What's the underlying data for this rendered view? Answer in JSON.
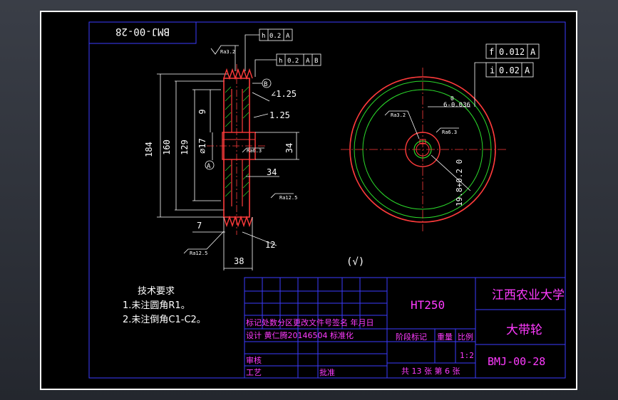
{
  "colors": {
    "background": "#000000",
    "border": "#ffffff",
    "frame": "#3b3bff",
    "dimension": "#ffffff",
    "part": "#ff3b3b",
    "hidden": "#2bd92b",
    "annotation": "#ff3bff",
    "title": "#ff3bff",
    "text": "#ffffff"
  },
  "drawing": {
    "code_box": "BMJ-00-28",
    "side_view": {
      "dims": {
        "d184": "184",
        "d160": "160",
        "d129": "129",
        "d9": "9",
        "d17": "⌀17",
        "d34v": "34",
        "d34h": "34",
        "d38": "38",
        "d7": "7",
        "d12": "12",
        "c125a": "∠1.25",
        "c125b": "1.25"
      },
      "roughness": {
        "r1": "Ra3.2",
        "r2": "Ra6.3",
        "r3": "Ra12.5",
        "r4": "Ra12.5"
      },
      "tol1": {
        "sym": "h",
        "val": "0.2",
        "ref": "A"
      },
      "tol2": {
        "sym": "h",
        "val": "0.2",
        "ref1": "A",
        "ref2": "B"
      },
      "datum_a": "A",
      "datum_b": "B"
    },
    "front_view": {
      "tol1": {
        "sym": "f",
        "val": "0.012",
        "ref": "A"
      },
      "tol2": {
        "sym": "i",
        "val": "0.02",
        "ref": "A"
      },
      "keyway_top": "0",
      "keyway_dim": "6-0.036",
      "bore_dim": "19.8+0.2 0",
      "roughness1": "Ra3.2",
      "roughness2": "Ra6.3"
    },
    "general_roughness": "(√)"
  },
  "notes": {
    "title": "技术要求",
    "items": [
      "1.未注圆角R1。",
      "2.未注倒角C1-C2。"
    ]
  },
  "title_block": {
    "material": "HT250",
    "school": "江西农业大学",
    "part_name": "大带轮",
    "drawing_no": "BMJ-00-28",
    "row_headers": "标记处数分区更改文件号签名 年月日",
    "design_row": "设计 黄仁腾20146504 标准化",
    "check": "审核",
    "process": "工艺",
    "approve": "批准",
    "stage_mark": "阶段标记",
    "weight": "重量",
    "scale": "比例",
    "scale_value": "1:2",
    "sheets": "共 13 张 第 6 张"
  }
}
